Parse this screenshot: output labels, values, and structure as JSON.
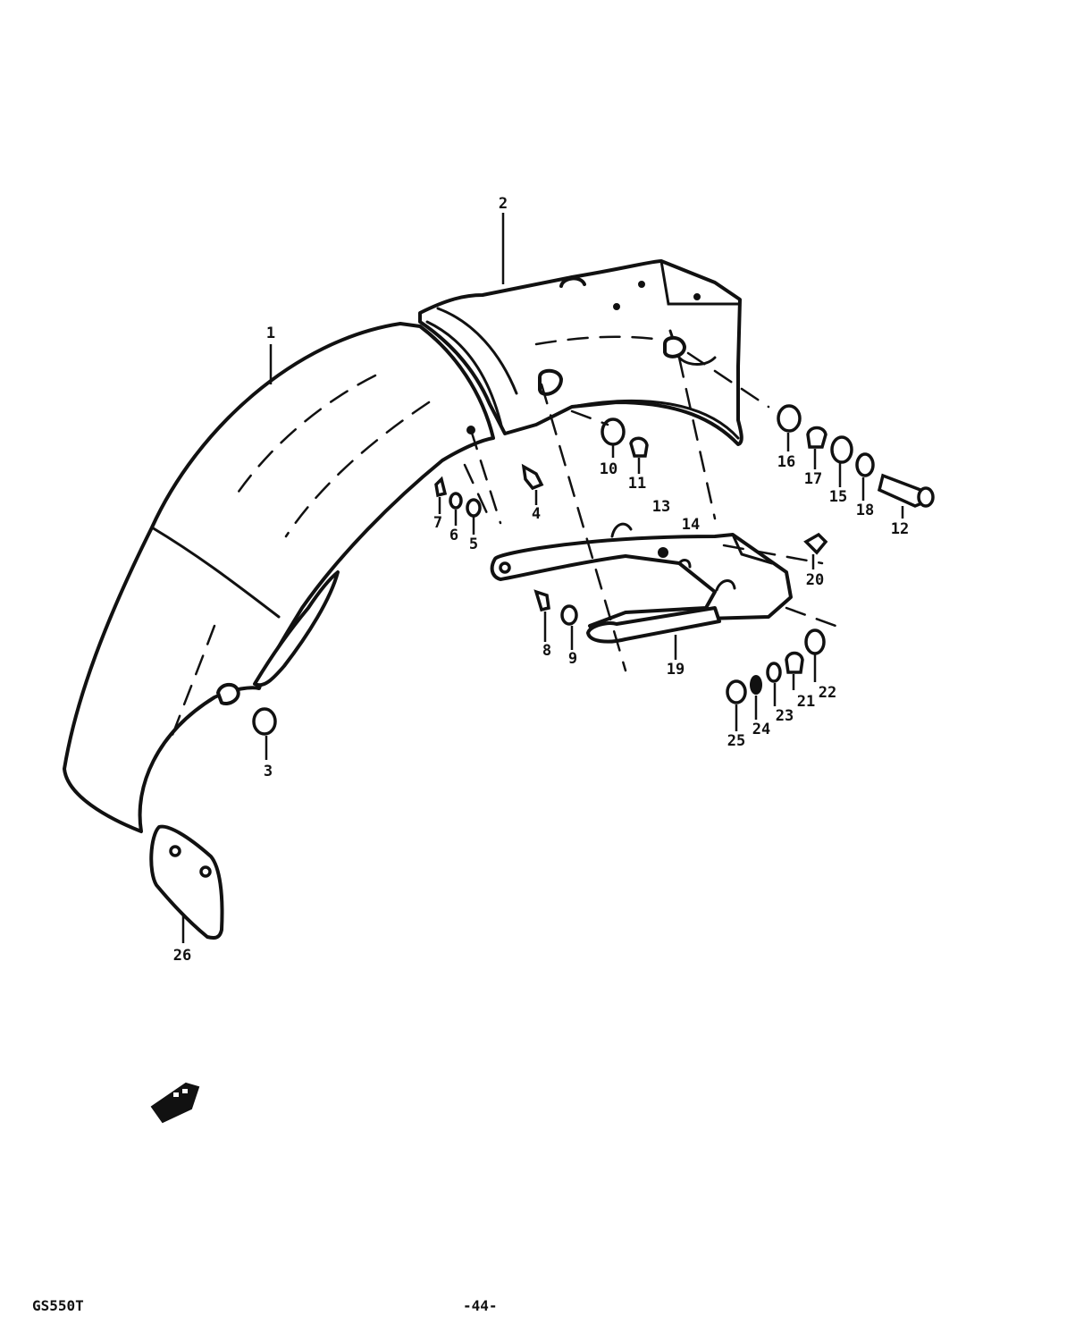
{
  "callouts": {
    "c1": "1",
    "c2": "2",
    "c3": "3",
    "c4": "4",
    "c5": "5",
    "c6": "6",
    "c7": "7",
    "c8": "8",
    "c9": "9",
    "c10": "10",
    "c11": "11",
    "c12": "12",
    "c13": "13",
    "c14": "14",
    "c15": "15",
    "c16": "16",
    "c17": "17",
    "c18": "18",
    "c19": "19",
    "c20": "20",
    "c21": "21",
    "c22": "22",
    "c23": "23",
    "c24": "24",
    "c25": "25",
    "c26": "26"
  },
  "footer": {
    "model_code": "GS550T",
    "page_number": "-44-"
  }
}
